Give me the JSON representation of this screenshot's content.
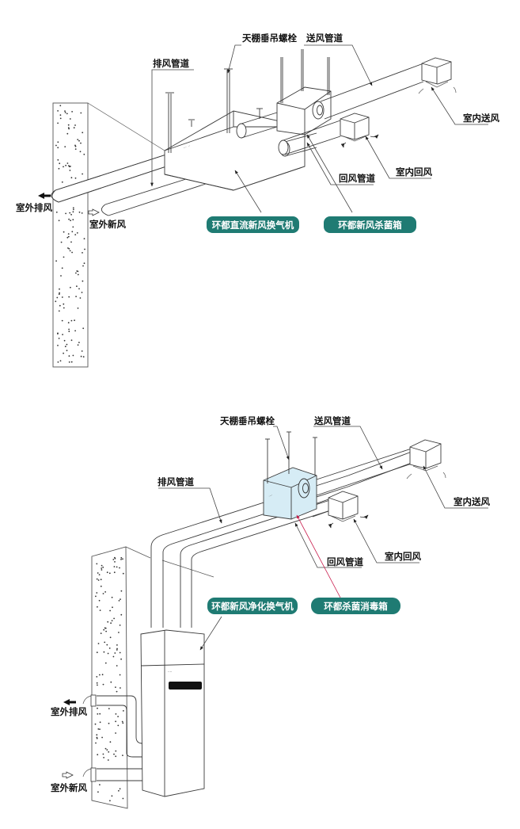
{
  "colors": {
    "pill": "#1f7b73",
    "ink": "#222222",
    "box_tint": "#cfe8f3",
    "red_leader": "#c8194a"
  },
  "diagram_top": {
    "labels": {
      "ceiling_bolt": "天棚垂吊螺栓",
      "supply_duct": "送风管道",
      "exhaust_duct": "排风管道",
      "indoor_supply": "室内送风",
      "indoor_return": "室内回风",
      "return_duct": "回风管道",
      "outdoor_exhaust": "室外排风",
      "outdoor_fresh": "室外新风"
    },
    "pills": {
      "unit": "环都直流新风换气机",
      "steril_box": "环都新风杀菌箱"
    }
  },
  "diagram_bottom": {
    "labels": {
      "ceiling_bolt": "天棚垂吊螺栓",
      "supply_duct": "送风管道",
      "exhaust_duct": "排风管道",
      "indoor_supply": "室内送风",
      "indoor_return": "室内回风",
      "return_duct": "回风管道",
      "outdoor_exhaust": "室外排风",
      "outdoor_fresh": "室外新风"
    },
    "pills": {
      "unit": "环都新风净化换气机",
      "steril_box": "环都杀菌消毒箱"
    }
  },
  "icons": [
    "arrow-left-solid-icon",
    "arrow-right-outline-icon",
    "curved-airflow-arrow-icon"
  ]
}
